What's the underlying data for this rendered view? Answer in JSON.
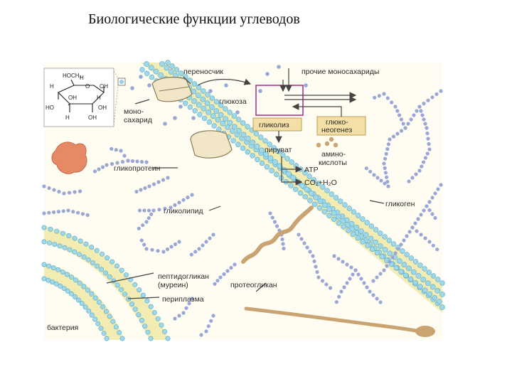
{
  "title": "Биологические функции углеводов",
  "structure": {
    "c6": "НОСН₂",
    "h1": "Н",
    "o": "О",
    "h2": "Н",
    "oh1": "ОН",
    "oh2": "ОН",
    "h3": "Н",
    "ho": "НО",
    "oh3": "ОН",
    "h4": "Н",
    "oh4": "ОН"
  },
  "labels": {
    "carrier": "переносчик",
    "other_mono": "прочие моносахариды",
    "mono_1": "моно-",
    "mono_2": "сахарид",
    "glucose": "глюкоза",
    "glycolysis": "гликолиз",
    "gluconeo_1": "глюко-",
    "gluconeo_2": "неогенез",
    "pyruvate": "пируват",
    "amino_1": "амино-",
    "amino_2": "кислоты",
    "atp": "АТР",
    "co2h2o": "CO₂+H₂O",
    "glycoprotein": "гликопротеин",
    "glycogen": "гликоген",
    "glycolipid": "гликолипид",
    "peptidoglycan_1": "пептидогликан",
    "peptidoglycan_2": "(муреин)",
    "periplasm": "периплазма",
    "proteoglycan": "протеогликан",
    "bacteria": "бактерия"
  },
  "colors": {
    "membrane_band": "#f3ecb2",
    "bead": "#9fd8ea",
    "bead_stroke": "#5aa9c4",
    "chain": "#9aa6d6",
    "protein": "#f2e6c8",
    "protein_stroke": "#8a7a55",
    "blob": "#e58a65",
    "box_glucose": "#a8388a",
    "box_fill": "#f4dfa6",
    "arrow": "#444444",
    "tan": "#c9a472"
  }
}
